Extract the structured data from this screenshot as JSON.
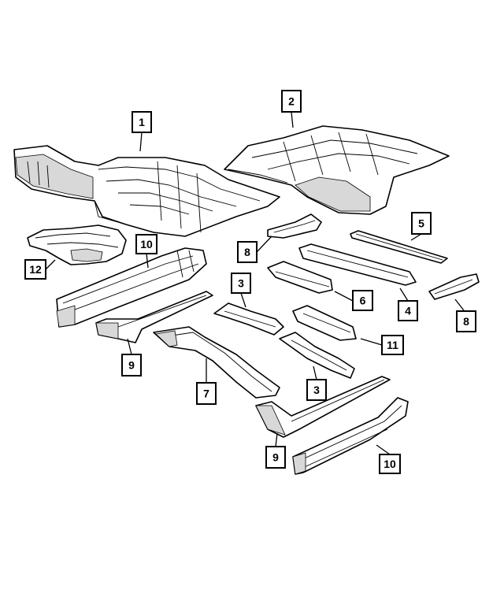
{
  "callouts": [
    {
      "id": "c1",
      "label": "1"
    },
    {
      "id": "c2",
      "label": "2"
    },
    {
      "id": "c3a",
      "label": "3"
    },
    {
      "id": "c3b",
      "label": "3"
    },
    {
      "id": "c4",
      "label": "4"
    },
    {
      "id": "c5",
      "label": "5"
    },
    {
      "id": "c6",
      "label": "6"
    },
    {
      "id": "c7",
      "label": "7"
    },
    {
      "id": "c8a",
      "label": "8"
    },
    {
      "id": "c8b",
      "label": "8"
    },
    {
      "id": "c9a",
      "label": "9"
    },
    {
      "id": "c9b",
      "label": "9"
    },
    {
      "id": "c10a",
      "label": "10"
    },
    {
      "id": "c10b",
      "label": "10"
    },
    {
      "id": "c11",
      "label": "11"
    },
    {
      "id": "c12",
      "label": "12"
    }
  ]
}
